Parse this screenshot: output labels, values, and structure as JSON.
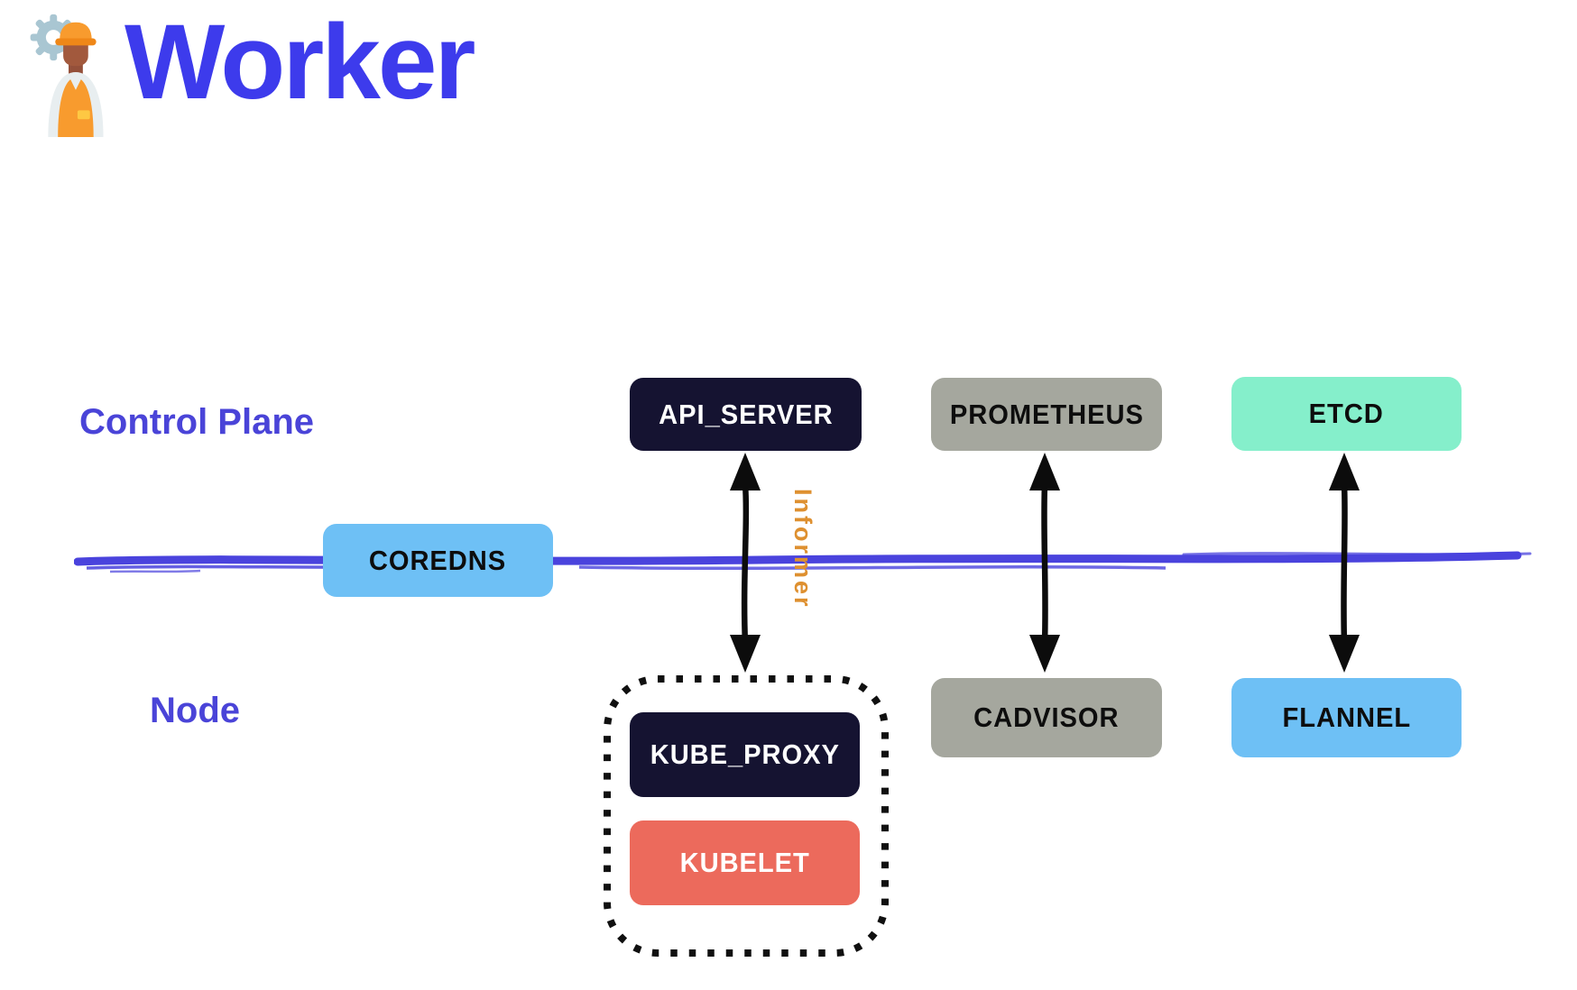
{
  "header": {
    "title": "Worker",
    "icon": "construction-worker-icon"
  },
  "labels": {
    "control_plane": "Control Plane",
    "node": "Node",
    "informer": "Informer"
  },
  "nodes": {
    "api_server": {
      "label": "API_SERVER",
      "plane": "control-plane",
      "color": "#151331"
    },
    "prometheus": {
      "label": "PROMETHEUS",
      "plane": "control-plane",
      "color": "#a5a79e"
    },
    "etcd": {
      "label": "ETCD",
      "plane": "control-plane",
      "color": "#85efcb"
    },
    "coredns": {
      "label": "COREDNS",
      "plane": "boundary",
      "color": "#6ec0f5"
    },
    "kube_proxy": {
      "label": "KUBE_PROXY",
      "plane": "node",
      "color": "#151331"
    },
    "kubelet": {
      "label": "KUBELET",
      "plane": "node",
      "color": "#ec6a5c"
    },
    "cadvisor": {
      "label": "CADVISOR",
      "plane": "node",
      "color": "#a5a79e"
    },
    "flannel": {
      "label": "FLANNEL",
      "plane": "node",
      "color": "#6ec0f5"
    }
  },
  "connections": [
    {
      "from": "API_SERVER",
      "to": "KUBE_PROXY",
      "type": "bidirectional-arrow",
      "label": "Informer"
    },
    {
      "from": "PROMETHEUS",
      "to": "CADVISOR",
      "type": "bidirectional-arrow",
      "label": ""
    },
    {
      "from": "ETCD",
      "to": "FLANNEL",
      "type": "bidirectional-arrow",
      "label": ""
    }
  ],
  "colors": {
    "title_blue": "#3d3bec",
    "label_blue": "#4a44d8",
    "divider_blue": "#4a43dd",
    "dark_navy": "#151331",
    "gray": "#a5a79e",
    "mint": "#85efcb",
    "light_blue": "#6ec0f5",
    "salmon": "#ec6a5c",
    "informer_orange": "#de9030",
    "arrow_black": "#0c0c0c"
  }
}
